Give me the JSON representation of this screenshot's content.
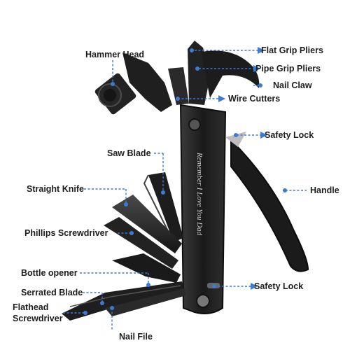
{
  "colors": {
    "callout": "#3b7bd4",
    "tool_body": "#1e1e1e",
    "tool_highlight": "#5a5a5a",
    "label_text": "#1d1d1d"
  },
  "labels": {
    "hammer_head": "Hammer Head",
    "flat_grip_pliers": "Flat Grip Pliers",
    "pipe_grip_pliers": "Pipe Grip Pliers",
    "nail_claw": "Nail Claw",
    "wire_cutters": "Wire Cutters",
    "safety_lock_top": "Safety Lock",
    "saw_blade": "Saw Blade",
    "handle": "Handle",
    "straight_knife": "Straight Knife",
    "phillips_screwdriver": "Phillips Screwdriver",
    "bottle_opener": "Bottle opener",
    "safety_lock_bottom": "Safety Lock",
    "serrated_blade": "Serrated Blade",
    "flathead_line1": "Flathead",
    "flathead_line2": "Screwdriver",
    "nail_file": "Nail File"
  },
  "engraving": "Remember I Love You Dad"
}
